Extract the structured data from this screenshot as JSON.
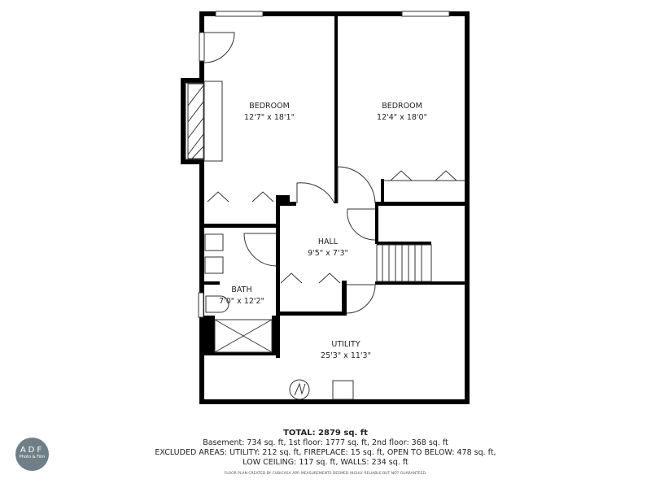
{
  "rooms": [
    {
      "name": "BEDROOM",
      "dims": "12'7\" x 18'1\""
    },
    {
      "name": "BEDROOM",
      "dims": "12'4\" x 18'0\""
    },
    {
      "name": "HALL",
      "dims": "9'5\" x 7'3\""
    },
    {
      "name": "BATH",
      "dims": "7'0\" x 12'2\""
    },
    {
      "name": "UTILITY",
      "dims": "25'3\" x 11'3\""
    }
  ],
  "summary": {
    "total": "TOTAL: 2879 sq. ft",
    "line1": "Basement: 734 sq. ft, 1st floor: 1777 sq. ft, 2nd floor: 368 sq. ft",
    "line2": "EXCLUDED AREAS: UTILITY: 212 sq. ft, FIREPLACE: 15 sq. ft, OPEN TO BELOW: 478 sq. ft,",
    "line3": "LOW CEILING: 117 sq. ft, WALLS: 234 sq. ft",
    "disclaimer": "FLOOR PLAN CREATED BY CUBICASA APP. MEASUREMENTS DEEMED HIGHLY RELIABLE BUT NOT GUARANTEED."
  },
  "logo": {
    "initials": "ADF",
    "subtitle": "Photo & Film",
    "color": "#6f7f88"
  },
  "colors": {
    "wall": "#000000",
    "background": "#ffffff"
  }
}
